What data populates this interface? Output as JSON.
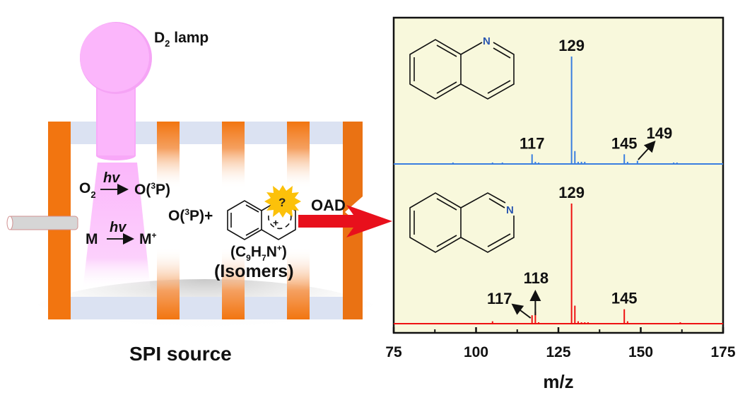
{
  "diagram": {
    "lamp_label": "D",
    "lamp_label_sub": "2",
    "lamp_label_rest": " lamp",
    "reaction1": {
      "reactant": "O",
      "reactant_sub": "2",
      "arrow_label": "hv",
      "product_pre": "O(",
      "product_sup": "3",
      "product_post": "P)"
    },
    "reaction2": {
      "reactant": "M",
      "arrow_label": "hv",
      "product": "M",
      "product_sup": "+"
    },
    "reactant_mix": {
      "pre": "O(",
      "sup": "3",
      "post": "P)+"
    },
    "question_mark": "?",
    "charge_mark": "+",
    "formula": {
      "open": "(C",
      "sub1": "9",
      "mid": "H",
      "sub2": "7",
      "n": "N",
      "sup": "+",
      "close": ")"
    },
    "isomers_label": "(Isomers)",
    "oad_label": "OAD",
    "source_label": "SPI source",
    "colors": {
      "lamp": "#fbb6fb",
      "electrode": "#f27510",
      "rail": "#dbe2f2",
      "arrow": "#e8101c",
      "starburst": "#fcc10a"
    }
  },
  "chart_data": {
    "type": "bar",
    "xlabel": "m/z",
    "ylabel": "",
    "xlim": [
      75,
      175
    ],
    "xticks": [
      75,
      100,
      125,
      150,
      175
    ],
    "minor_ticks": [
      87.5,
      112.5,
      137.5,
      162.5
    ],
    "background": "#f8f8dc",
    "panels": [
      {
        "name": "Quinoline",
        "molecule": "quinoline",
        "n_label": "N",
        "color": "#3a7ee0",
        "peaks": [
          {
            "mz": 93,
            "rel": 0.01
          },
          {
            "mz": 105,
            "rel": 0.01
          },
          {
            "mz": 108,
            "rel": 0.01
          },
          {
            "mz": 117,
            "rel": 0.09
          },
          {
            "mz": 118,
            "rel": 0.02
          },
          {
            "mz": 119,
            "rel": 0.01
          },
          {
            "mz": 129,
            "rel": 1.0
          },
          {
            "mz": 130,
            "rel": 0.12
          },
          {
            "mz": 131,
            "rel": 0.02
          },
          {
            "mz": 132,
            "rel": 0.02
          },
          {
            "mz": 133,
            "rel": 0.02
          },
          {
            "mz": 145,
            "rel": 0.09
          },
          {
            "mz": 146,
            "rel": 0.02
          },
          {
            "mz": 149,
            "rel": 0.03
          },
          {
            "mz": 160,
            "rel": 0.01
          },
          {
            "mz": 161,
            "rel": 0.01
          }
        ],
        "annotations": [
          {
            "label": "129",
            "mz": 129
          },
          {
            "label": "117",
            "mz": 117
          },
          {
            "label": "145",
            "mz": 145
          },
          {
            "label": "149",
            "mz": 149,
            "arrow": "up-right"
          }
        ]
      },
      {
        "name": "Isoquinoline",
        "molecule": "isoquinoline",
        "n_label": "N",
        "color": "#ee1111",
        "peaks": [
          {
            "mz": 105,
            "rel": 0.02
          },
          {
            "mz": 117,
            "rel": 0.07
          },
          {
            "mz": 118,
            "rel": 0.1
          },
          {
            "mz": 119,
            "rel": 0.01
          },
          {
            "mz": 129,
            "rel": 1.0
          },
          {
            "mz": 130,
            "rel": 0.15
          },
          {
            "mz": 131,
            "rel": 0.02
          },
          {
            "mz": 132,
            "rel": 0.01
          },
          {
            "mz": 133,
            "rel": 0.01
          },
          {
            "mz": 134,
            "rel": 0.01
          },
          {
            "mz": 145,
            "rel": 0.12
          },
          {
            "mz": 146,
            "rel": 0.02
          },
          {
            "mz": 162,
            "rel": 0.01
          }
        ],
        "annotations": [
          {
            "label": "129",
            "mz": 129
          },
          {
            "label": "118",
            "mz": 118,
            "arrow": "up"
          },
          {
            "label": "117",
            "mz": 117,
            "arrow": "up-left"
          },
          {
            "label": "145",
            "mz": 145
          }
        ]
      }
    ]
  }
}
